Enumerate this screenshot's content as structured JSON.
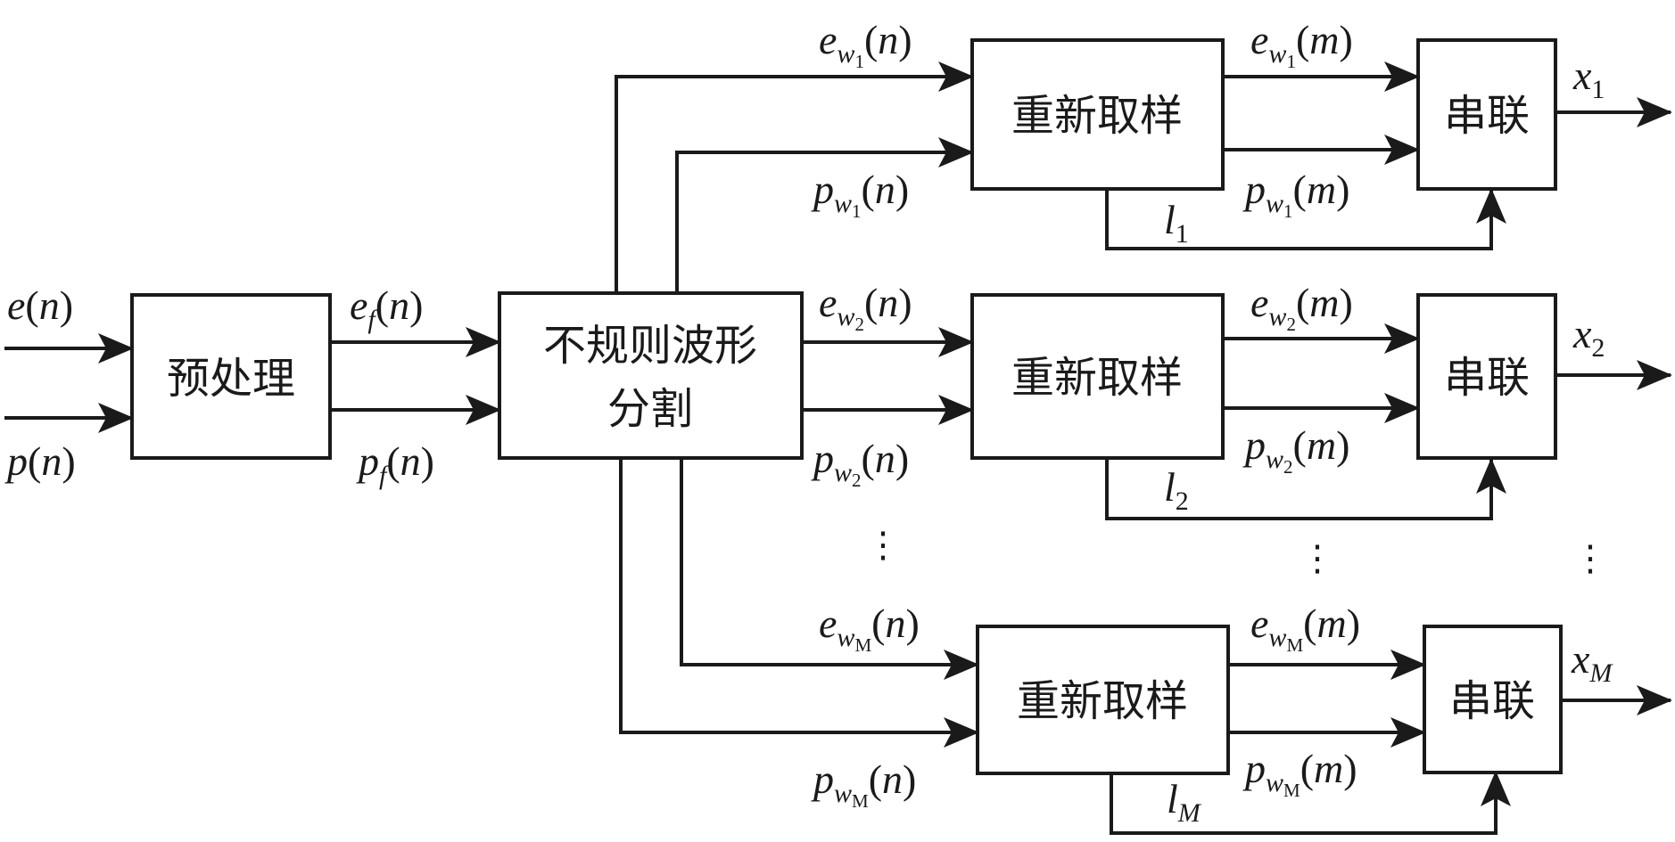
{
  "colors": {
    "ink": "#1a1a1a",
    "background": "#ffffff"
  },
  "boxes": {
    "preprocess": "预处理",
    "segment_line1": "不规则波形",
    "segment_line2": "分割",
    "resample": "重新取样",
    "concat": "串联"
  },
  "inputs": {
    "e": {
      "base": "e",
      "arg": "n"
    },
    "p": {
      "base": "p",
      "arg": "n"
    }
  },
  "filtered": {
    "e": {
      "base": "e",
      "sub": "f",
      "arg": "n"
    },
    "p": {
      "base": "p",
      "sub": "f",
      "arg": "n"
    }
  },
  "channels": [
    {
      "index": "1",
      "ew_n": {
        "base": "e",
        "sub": "w",
        "sub2": "1",
        "arg": "n"
      },
      "pw_n": {
        "base": "p",
        "sub": "w",
        "sub2": "1",
        "arg": "n"
      },
      "ew_m": {
        "base": "e",
        "sub": "w",
        "sub2": "1",
        "arg": "m"
      },
      "pw_m": {
        "base": "p",
        "sub": "w",
        "sub2": "1",
        "arg": "m"
      },
      "l": {
        "base": "l",
        "sub": "1"
      },
      "x": {
        "base": "x",
        "sub": "1"
      }
    },
    {
      "index": "2",
      "ew_n": {
        "base": "e",
        "sub": "w",
        "sub2": "2",
        "arg": "n"
      },
      "pw_n": {
        "base": "p",
        "sub": "w",
        "sub2": "2",
        "arg": "n"
      },
      "ew_m": {
        "base": "e",
        "sub": "w",
        "sub2": "2",
        "arg": "m"
      },
      "pw_m": {
        "base": "p",
        "sub": "w",
        "sub2": "2",
        "arg": "m"
      },
      "l": {
        "base": "l",
        "sub": "2"
      },
      "x": {
        "base": "x",
        "sub": "2"
      }
    },
    {
      "index": "M",
      "ew_n": {
        "base": "e",
        "sub": "w",
        "sub2": "M",
        "arg": "n"
      },
      "pw_n": {
        "base": "p",
        "sub": "w",
        "sub2": "M",
        "arg": "n"
      },
      "ew_m": {
        "base": "e",
        "sub": "w",
        "sub2": "M",
        "arg": "m"
      },
      "pw_m": {
        "base": "p",
        "sub": "w",
        "sub2": "M",
        "arg": "m"
      },
      "l": {
        "base": "l",
        "sub": "M"
      },
      "x": {
        "base": "x",
        "sub": "M"
      }
    }
  ],
  "ellipsis": "⋮",
  "icons": {
    "arrow": "arrowhead-icon"
  }
}
